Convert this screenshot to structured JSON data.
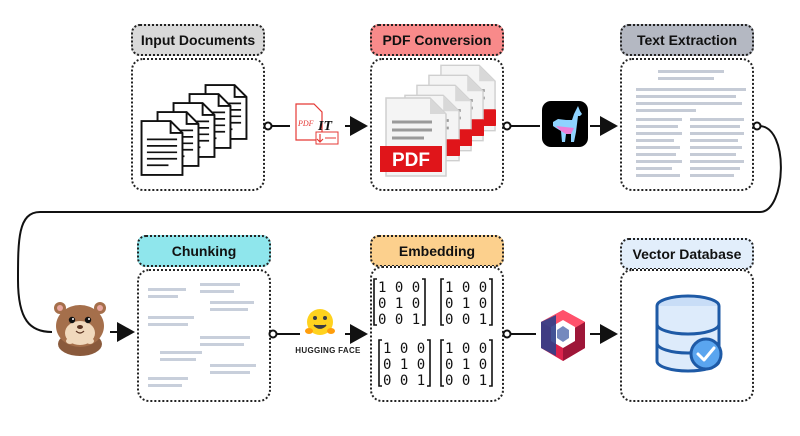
{
  "stages": {
    "input_documents": {
      "label": "Input Documents",
      "color": "#d9d9d9"
    },
    "pdf_conversion": {
      "label": "PDF Conversion",
      "color": "#f88a8a"
    },
    "text_extraction": {
      "label": "Text Extraction",
      "color": "#b4b8c2"
    },
    "chunking": {
      "label": "Chunking",
      "color": "#8fe6ec"
    },
    "embedding": {
      "label": "Embedding",
      "color": "#fcd08d"
    },
    "vector_database": {
      "label": "Vector Database",
      "color": "#e2eefb"
    }
  },
  "connectors": {
    "pdf_converter_icon_text": "PDF",
    "pdf_converter_icon_text2": "IT",
    "pdf_badge": "PDF",
    "hugging_face": "HUGGING FACE"
  },
  "matrix_rows": [
    "1 0 0",
    "0 1 0",
    "0 0 1"
  ]
}
